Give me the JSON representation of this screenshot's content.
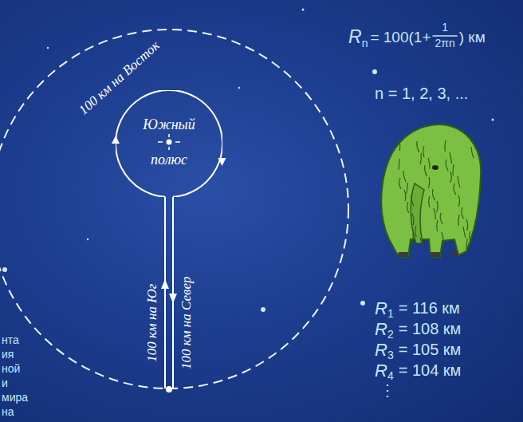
{
  "diagram": {
    "nodes": [
      {
        "text": [
          "Южный полюс"
        ]
      }
    ],
    "labels": [
      "100 км на Восток",
      "100 км на Юг",
      "100 км на Север",
      "R",
      "n",
      "= 100(1+",
      "1",
      "2πn",
      ") км",
      "n = 1, 2, 3, ...",
      "R",
      "1",
      "= 116 км",
      "R",
      "2",
      "= 108 км",
      "R",
      "3",
      "= 105 км",
      "R",
      "4",
      "= 104 км",
      "⋮",
      "нта",
      "ия",
      "ной",
      "и",
      "мира",
      "на"
    ]
  }
}
